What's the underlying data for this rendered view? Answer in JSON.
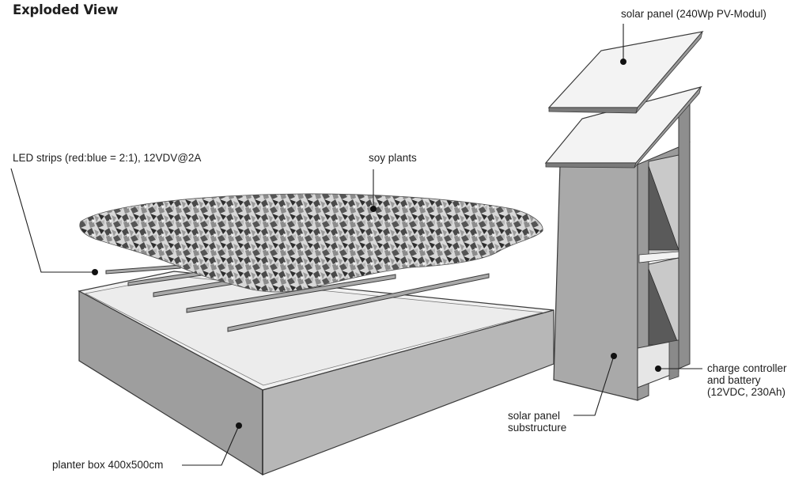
{
  "title": "Exploded View",
  "labels": {
    "solar_panel": "solar panel (240Wp PV-Modul)",
    "led_strips": "LED strips (red:blue = 2:1), 12VDV@2A",
    "soy_plants": "soy plants",
    "charge_controller": [
      "charge controller",
      "and battery",
      "(12VDC, 230Ah)"
    ],
    "substructure": [
      "solar panel",
      "substructure"
    ],
    "planter_box": "planter box 400x500cm"
  }
}
